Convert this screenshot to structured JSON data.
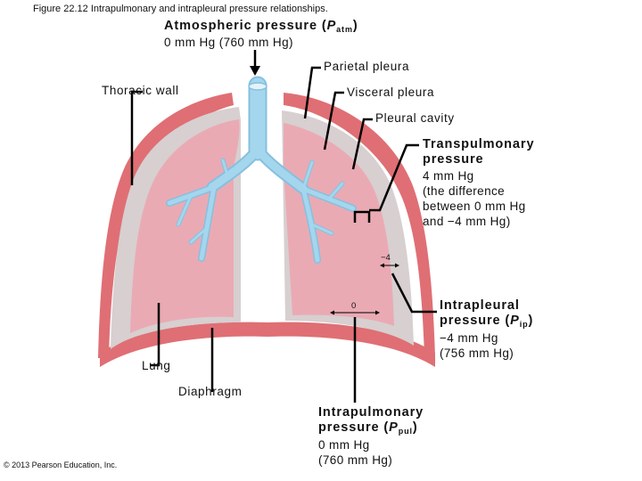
{
  "figure_caption": "Figure 22.12 Intrapulmonary and intrapleural pressure relationships.",
  "atmospheric": {
    "label": "Atmospheric pressure (",
    "symbol": "P",
    "subscript": "atm",
    "close": ")",
    "value": "0 mm Hg (760 mm Hg)"
  },
  "labels": {
    "parietal_pleura": "Parietal pleura",
    "thoracic_wall": "Thoracic wall",
    "visceral_pleura": "Visceral pleura",
    "pleural_cavity": "Pleural cavity",
    "lung": "Lung",
    "diaphragm": "Diaphragm"
  },
  "transpulmonary": {
    "title_line1": "Transpulmonary",
    "title_line2": "pressure",
    "value_lines": [
      "4 mm Hg",
      "(the difference",
      "between 0 mm Hg",
      "and −4 mm Hg)"
    ]
  },
  "intrapleural": {
    "title_line1": "Intrapleural",
    "title_line2": "pressure (",
    "symbol": "P",
    "subscript": "ip",
    "close": ")",
    "value_lines": [
      "−4 mm Hg",
      "(756 mm Hg)"
    ]
  },
  "intrapulmonary": {
    "title_line1": "Intrapulmonary",
    "title_line2": "pressure (",
    "symbol": "P",
    "subscript": "pul",
    "close": ")",
    "value_lines": [
      "0 mm Hg",
      "(760 mm Hg)"
    ]
  },
  "marker_values": {
    "intrapleural": "−4",
    "intrapulmonary": "0"
  },
  "copyright": "© 2013 Pearson Education, Inc.",
  "colors": {
    "thoracic_wall": "#df6f74",
    "pleura": "#d7cfd0",
    "lung": "#eaaab4",
    "airway": "#a4d6ee",
    "airway_edge": "#86c0de",
    "leader": "#000000"
  }
}
